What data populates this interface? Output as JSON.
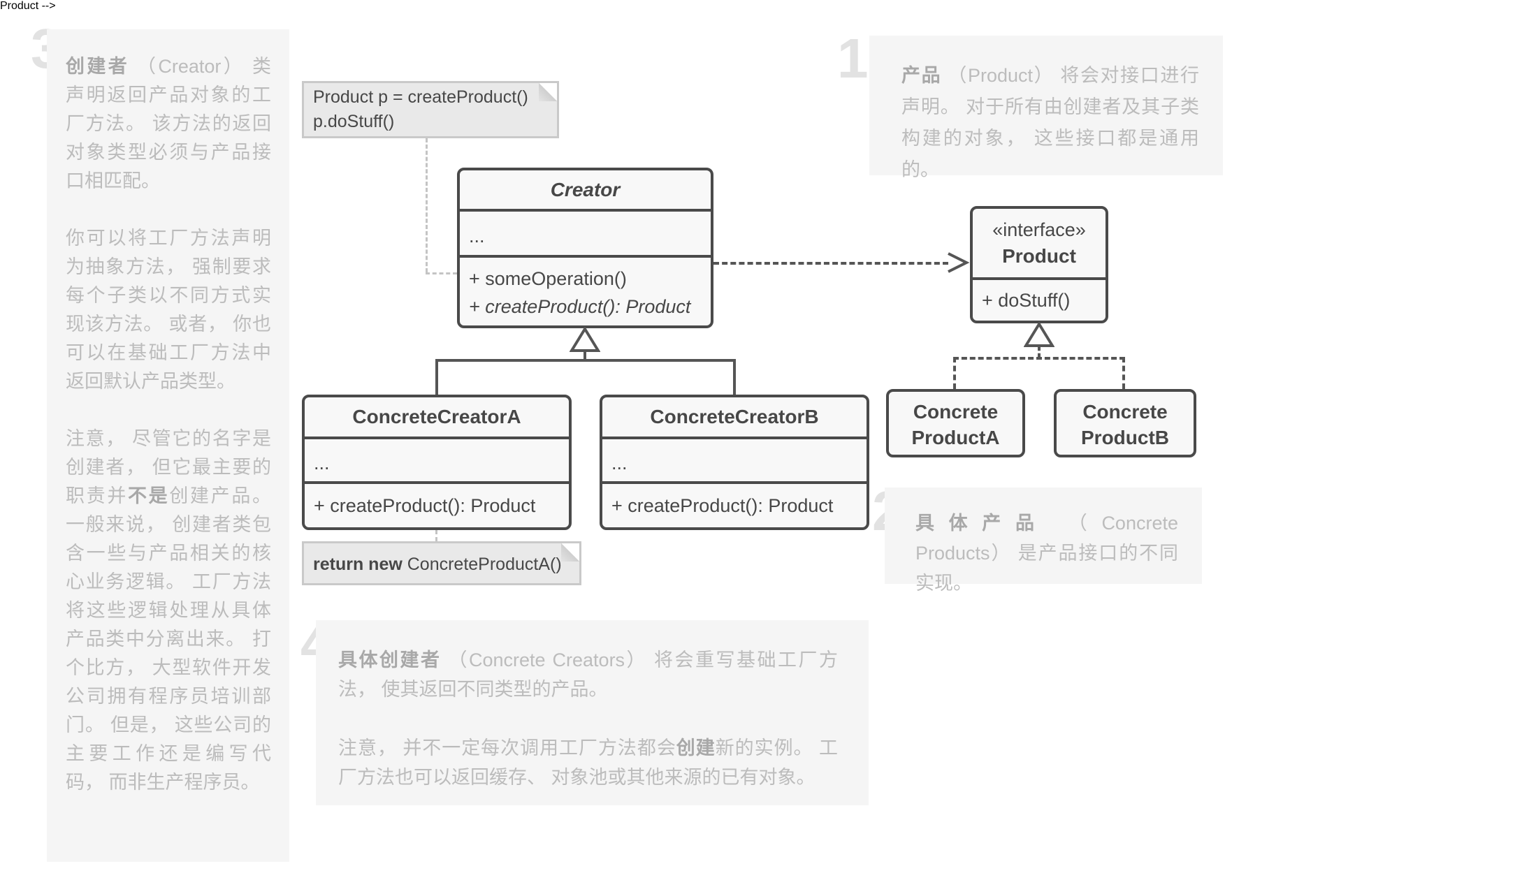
{
  "colors": {
    "panel_bg": "#f5f5f5",
    "panel_text": "#bcbcbc",
    "panel_text_bold": "#a8a8a8",
    "numeral": "#e2e2e2",
    "box_bg": "#f8f8f8",
    "box_border": "#4a4a4a",
    "diagram_text": "#474747",
    "note_bg": "#e9e9e9",
    "note_border": "#c9c9c9",
    "connector_dark": "#555555",
    "connector_light": "#c4c4c4",
    "page_bg": "#ffffff"
  },
  "annotations": {
    "n3": {
      "number": "3",
      "term": "创建者",
      "p1_rest": " （Creator） 类声明返回产品对象的工厂方法。 该方法的返回对象类型必须与产品接口相匹配。",
      "p2": "你可以将工厂方法声明为抽象方法， 强制要求每个子类以不同方式实现该方法。 或者， 你也可以在基础工厂方法中返回默认产品类型。",
      "p3_a": "注意， 尽管它的名字是创建者， 但它最主要的职责并",
      "p3_em": "不是",
      "p3_b": "创建产品。 一般来说， 创建者类包含一些与产品相关的核心业务逻辑。 工厂方法将这些逻辑处理从具体产品类中分离出来。 打个比方， 大型软件开发公司拥有程序员培训部门。 但是， 这些公司的主要工作还是编写代码， 而非生产程序员。"
    },
    "n1": {
      "number": "1",
      "term": "产品",
      "rest": " （Product） 将会对接口进行声明。 对于所有由创建者及其子类构建的对象， 这些接口都是通用的。"
    },
    "n2": {
      "number": "2",
      "term": "具体产品",
      "rest": " （Concrete Products） 是产品接口的不同实现。"
    },
    "n4": {
      "number": "4",
      "term": "具体创建者",
      "p1_rest": " （Concrete Creators） 将会重写基础工厂方法， 使其返回不同类型的产品。",
      "p2_a": "注意， 并不一定每次调用工厂方法都会",
      "p2_em": "创建",
      "p2_b": "新的实例。 工厂方法也可以返回缓存、 对象池或其他来源的已有对象。"
    }
  },
  "diagram": {
    "client_note": {
      "line1": "Product p = createProduct()",
      "line2": "p.doStuff()"
    },
    "creator": {
      "title": "Creator",
      "fields": "...",
      "method1": "+ someOperation()",
      "method2": "+ createProduct(): Product"
    },
    "product": {
      "stereotype": "«interface»",
      "name": "Product",
      "method": "+ doStuff()"
    },
    "concrete_creator_a": {
      "title": "ConcreteCreatorA",
      "fields": "...",
      "method": "+ createProduct(): Product"
    },
    "concrete_creator_b": {
      "title": "ConcreteCreatorB",
      "fields": "...",
      "method": "+ createProduct(): Product"
    },
    "concrete_product_a": {
      "line1": "Concrete",
      "line2": "ProductA"
    },
    "concrete_product_b": {
      "line1": "Concrete",
      "line2": "ProductB"
    },
    "return_note": {
      "keyword": "return new",
      "rest": " ConcreteProductA()"
    }
  }
}
